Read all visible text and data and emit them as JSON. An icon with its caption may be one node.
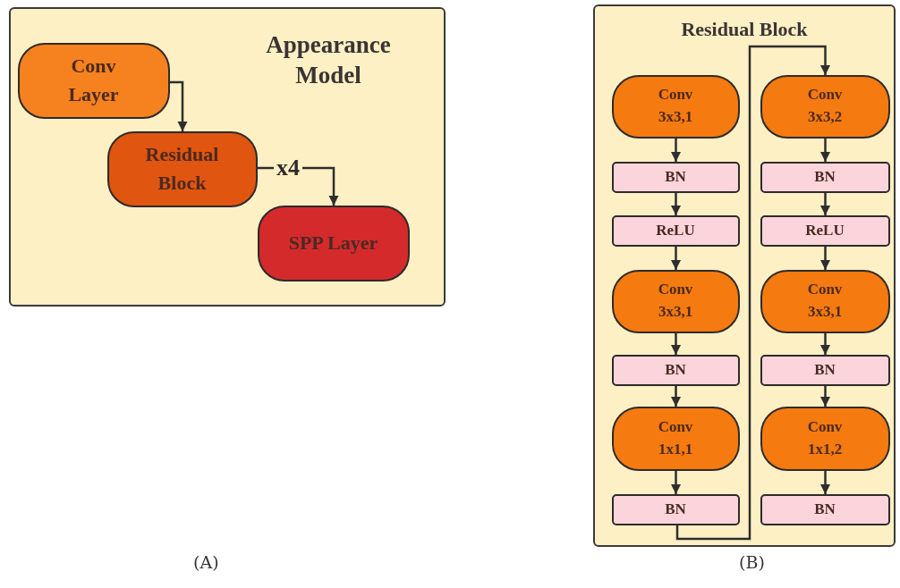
{
  "diagram": {
    "nodes": [
      {
        "text": [
          "Appearance Model"
        ]
      },
      {
        "text": [
          "Conv Layer"
        ],
        "in": 0
      },
      {
        "text": [
          "Residual Block"
        ],
        "in": 0
      },
      {
        "text": [
          "SPP Layer"
        ],
        "in": 0
      },
      {
        "text": [
          "Residual Block"
        ]
      },
      {
        "text": [
          "Conv 3x3,1"
        ],
        "in": 4
      },
      {
        "text": [
          "BN"
        ],
        "in": 4
      },
      {
        "text": [
          "ReLU"
        ],
        "in": 4
      },
      {
        "text": [
          "Conv 3x3,1"
        ],
        "in": 4
      },
      {
        "text": [
          "BN"
        ],
        "in": 4
      },
      {
        "text": [
          "Conv 1x1,1"
        ],
        "in": 4
      },
      {
        "text": [
          "BN"
        ],
        "in": 4
      },
      {
        "text": [
          "Conv 3x3,2"
        ],
        "in": 4
      },
      {
        "text": [
          "BN"
        ],
        "in": 4
      },
      {
        "text": [
          "ReLU"
        ],
        "in": 4
      },
      {
        "text": [
          "Conv 3x3,1"
        ],
        "in": 4
      },
      {
        "text": [
          "BN"
        ],
        "in": 4
      },
      {
        "text": [
          "Conv 1x1,2"
        ],
        "in": 4
      },
      {
        "text": [
          "BN"
        ],
        "in": 4
      }
    ],
    "edges": [
      {
        "from": 1,
        "to": 2,
        "arrow": "to"
      },
      {
        "from": 2,
        "to": 3,
        "arrow": "to",
        "label": "x4"
      },
      {
        "from": 5,
        "to": 6,
        "arrow": "to"
      },
      {
        "from": 6,
        "to": 7,
        "arrow": "to"
      },
      {
        "from": 7,
        "to": 8,
        "arrow": "to"
      },
      {
        "from": 8,
        "to": 9,
        "arrow": "to"
      },
      {
        "from": 9,
        "to": 10,
        "arrow": "to"
      },
      {
        "from": 10,
        "to": 11,
        "arrow": "to"
      },
      {
        "from": 11,
        "to": 12,
        "arrow": "to"
      },
      {
        "from": 12,
        "to": 13,
        "arrow": "to"
      },
      {
        "from": 13,
        "to": 14,
        "arrow": "to"
      },
      {
        "from": 14,
        "to": 15,
        "arrow": "to"
      },
      {
        "from": 15,
        "to": 16,
        "arrow": "to"
      },
      {
        "from": 16,
        "to": 17,
        "arrow": "to"
      },
      {
        "from": 17,
        "to": 18,
        "arrow": "to"
      }
    ],
    "labels": [
      "(A)",
      "(B)"
    ]
  }
}
